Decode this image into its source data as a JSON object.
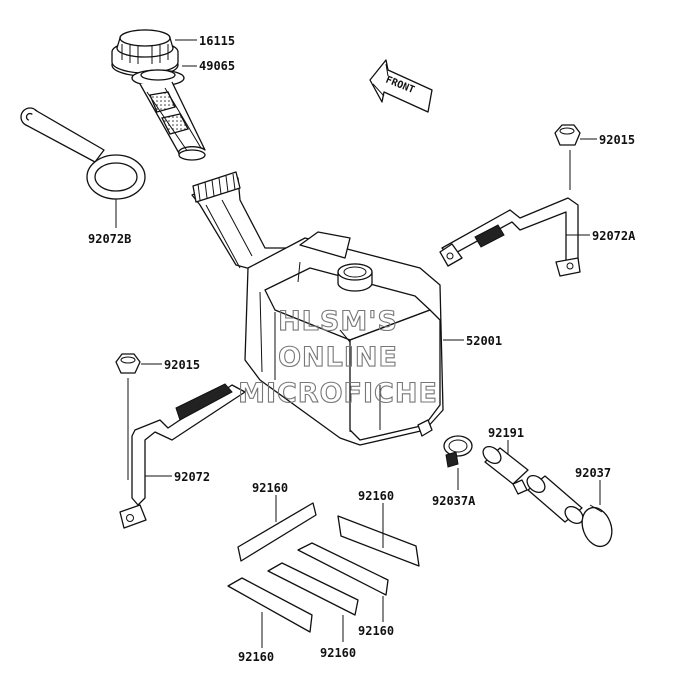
{
  "labels": {
    "cap": "16115",
    "strainer": "49065",
    "cap_strap": "92072B",
    "nut_upper": "92015",
    "band_upper": "92072A",
    "tank": "52001",
    "nut_lower": "92015",
    "band_lower": "92072",
    "clamp_small": "92037A",
    "hose": "92191",
    "clamp_large": "92037",
    "pad_1": "92160",
    "pad_2": "92160",
    "pad_3": "92160",
    "pad_4": "92160",
    "pad_5": "92160"
  },
  "front_arrow": "FRONT",
  "watermark": [
    "HLSM'S",
    "ONLINE",
    "MICROFICHE"
  ]
}
